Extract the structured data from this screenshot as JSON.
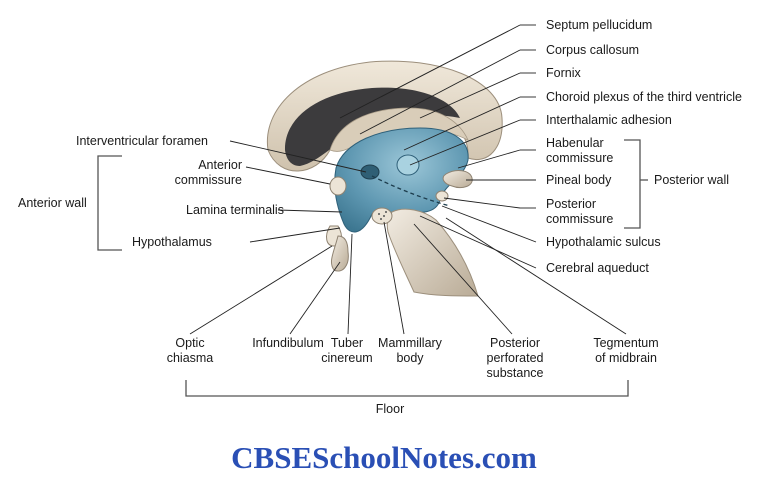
{
  "labels": {
    "septum_pellucidum": "Septum pellucidum",
    "corpus_callosum": "Corpus callosum",
    "fornix": "Fornix",
    "choroid_plexus": "Choroid plexus of the third ventricle",
    "interthalamic_adhesion": "Interthalamic adhesion",
    "habenular_commissure": [
      "Habenular",
      "commissure"
    ],
    "pineal_body": "Pineal body",
    "posterior_commissure": [
      "Posterior",
      "commissure"
    ],
    "posterior_wall": "Posterior wall",
    "hypothalamic_sulcus": "Hypothalamic sulcus",
    "cerebral_aqueduct": "Cerebral aqueduct",
    "interventricular_foramen": "Interventricular foramen",
    "anterior_commissure": [
      "Anterior",
      "commissure"
    ],
    "anterior_wall": "Anterior wall",
    "lamina_terminalis": "Lamina terminalis",
    "hypothalamus": "Hypothalamus",
    "optic_chiasma": [
      "Optic",
      "chiasma"
    ],
    "infundibulum": "Infundibulum",
    "tuber_cinereum": [
      "Tuber",
      "cinereum"
    ],
    "mammillary_body": [
      "Mammillary",
      "body"
    ],
    "posterior_perforated_substance": [
      "Posterior",
      "perforated",
      "substance"
    ],
    "tegmentum_of_midbrain": [
      "Tegmentum",
      "of midbrain"
    ],
    "floor": "Floor"
  },
  "watermark": "CBSESchoolNotes.com",
  "colors": {
    "ventricle_blue": "#5f98b2",
    "callosum_beige": "#e6dccb",
    "septum_dark": "#3c3b3d",
    "brace_gray": "#555555",
    "watermark_blue": "#2a4fb5"
  }
}
